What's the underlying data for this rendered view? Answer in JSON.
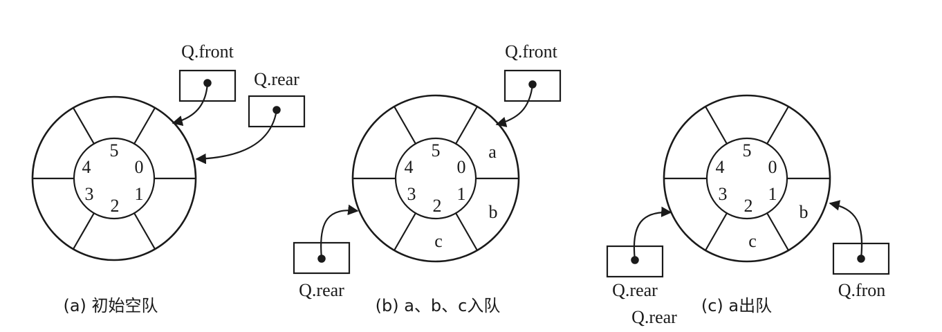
{
  "diagrams": [
    {
      "id": "a",
      "caption": "(a) 初始空队",
      "slot_indices": [
        "0",
        "1",
        "2",
        "3",
        "4",
        "5"
      ],
      "slot_contents": [
        "",
        "",
        "",
        "",
        "",
        ""
      ],
      "pointers": [
        {
          "label": "Q.front",
          "target_slot": "0"
        },
        {
          "label": "Q.rear",
          "target_slot": "0"
        }
      ]
    },
    {
      "id": "b",
      "caption": "(b) a、b、c入队",
      "slot_indices": [
        "0",
        "1",
        "2",
        "3",
        "4",
        "5"
      ],
      "slot_contents": [
        "a",
        "b",
        "c",
        "",
        "",
        ""
      ],
      "pointers": [
        {
          "label": "Q.front",
          "target_slot": "0"
        },
        {
          "label": "Q.rear",
          "target_slot": "3"
        }
      ]
    },
    {
      "id": "c",
      "caption": "(c) a出队",
      "slot_indices": [
        "0",
        "1",
        "2",
        "3",
        "4",
        "5"
      ],
      "slot_contents": [
        "",
        "b",
        "c",
        "",
        "",
        ""
      ],
      "pointers": [
        {
          "label": "Q.rear",
          "target_slot": "3"
        },
        {
          "label": "Q.fron",
          "target_slot": "1"
        }
      ],
      "extra_label": "Q.rear"
    }
  ]
}
